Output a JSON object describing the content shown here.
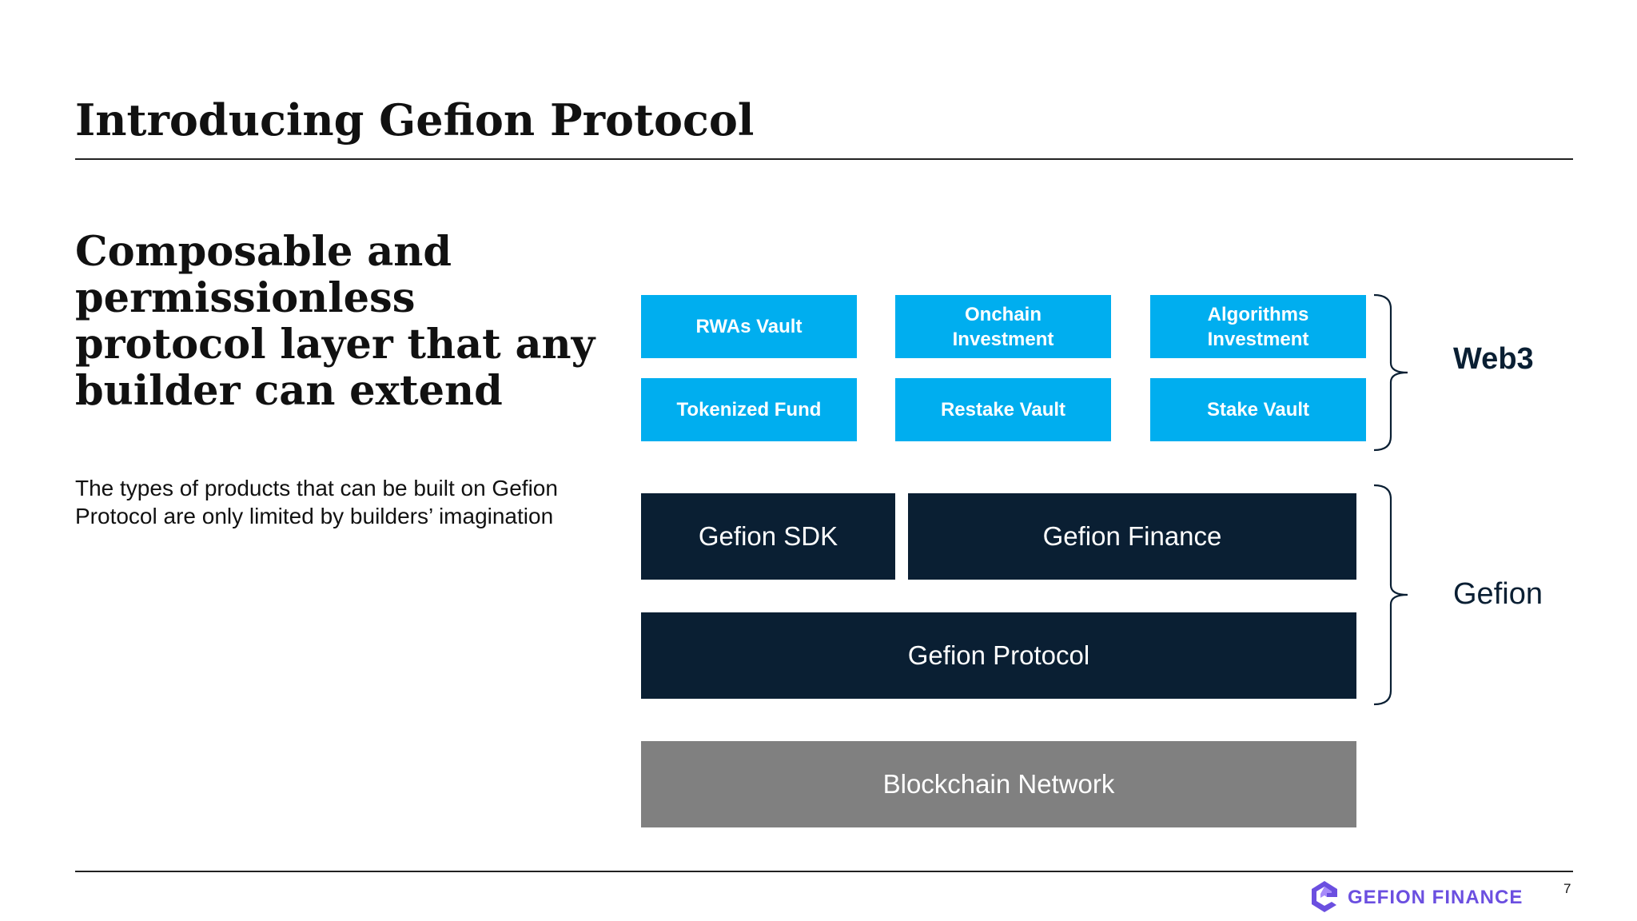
{
  "slide": {
    "title": "Introducing Gefion Protocol",
    "headline": "Composable and permissionless protocol layer that any builder can extend",
    "body": "The types of products that can be built on Gefion Protocol are only limited by builders’ imagination",
    "page_number": "7"
  },
  "diagram": {
    "web3_boxes": [
      {
        "label": "RWAs Vault"
      },
      {
        "label": "Onchain Investment"
      },
      {
        "label": "Algorithms Investment"
      },
      {
        "label": "Tokenized Fund"
      },
      {
        "label": "Restake Vault"
      },
      {
        "label": "Stake Vault"
      }
    ],
    "gefion_sdk": "Gefion SDK",
    "gefion_finance": "Gefion Finance",
    "gefion_protocol": "Gefion Protocol",
    "blockchain_network": "Blockchain Network",
    "group_web3": "Web3",
    "group_gefion": "Gefion"
  },
  "logo": {
    "text": "GEFION FINANCE",
    "icon": "gefion-logo-icon"
  },
  "colors": {
    "web3_box": "#00AEEF",
    "dark_box": "#0A1F33",
    "gray_box": "#808080",
    "logo": "#6B4FE0"
  }
}
